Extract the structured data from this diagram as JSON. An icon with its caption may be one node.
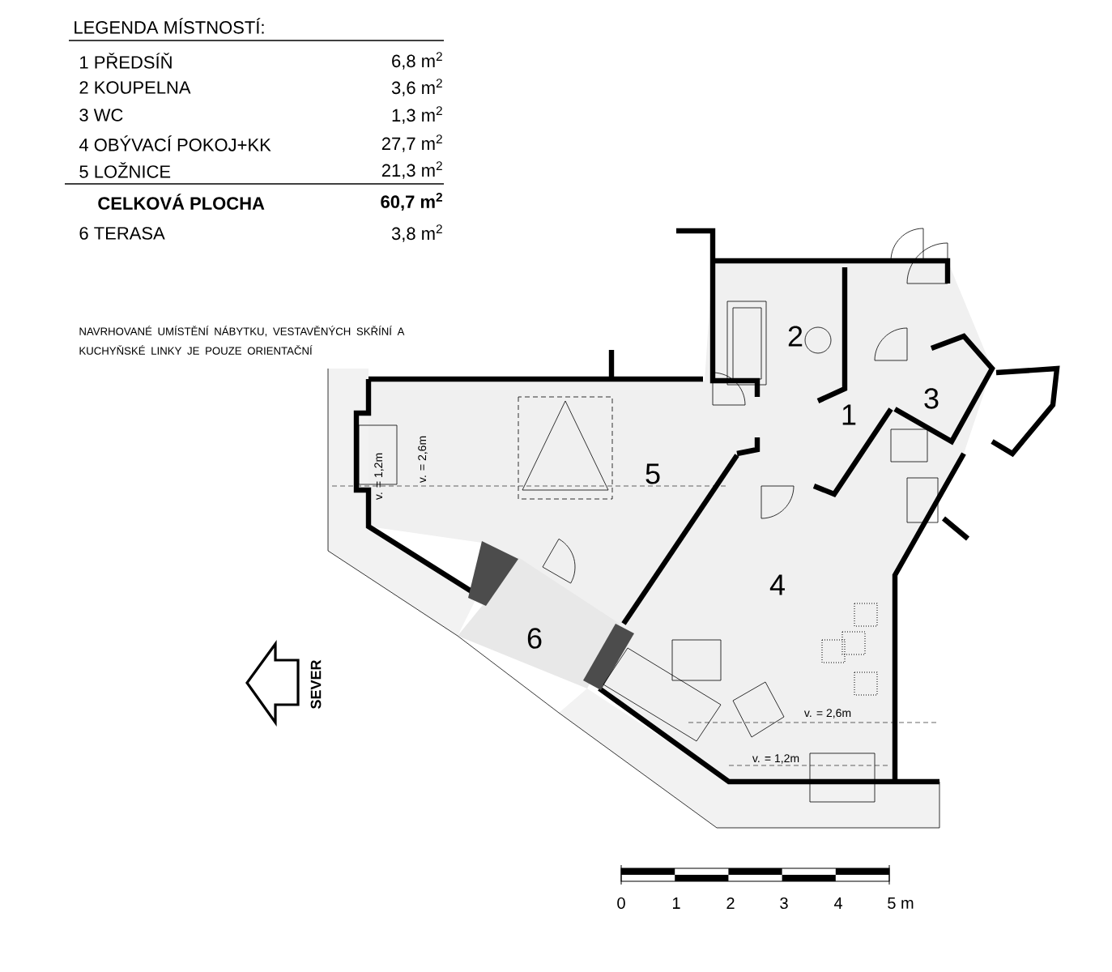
{
  "diagram": {
    "labels": [
      "LEGENDA MÍSTNOSTÍ:",
      "1 PŘEDSÍŇ",
      "6,8 m$^{2}$",
      "2 KOUPELNA",
      "3,6 m$^{2}$",
      "3 WC",
      "1,3 m$^{2}$",
      "4 OBÝVACÍ POKOJ+KK",
      "27,7 m$^{2}$",
      "5 LOŽNICE",
      "21,3 m$^{2}$",
      "CELKOVÁ PLOCHA",
      "60,7 m$^{2}$",
      "6 TERASA",
      "3,8 m$^{2}$",
      "NAVRHOVANÉ UMÍSTĚNÍ NÁBYTKU, VESTAVĚNÝCH SKŘÍNÍ A KUCHYŇSKÉ LINKY JE POUZE ORIENTAČNÍ",
      "2",
      "1",
      "3",
      "5",
      "4",
      "6",
      "v. = 1,2m",
      "v. = 2,6m",
      "SEVER",
      "v. = 2,6m",
      "v. = 1,2m",
      "0",
      "1",
      "2",
      "3",
      "4",
      "5 m"
    ]
  }
}
